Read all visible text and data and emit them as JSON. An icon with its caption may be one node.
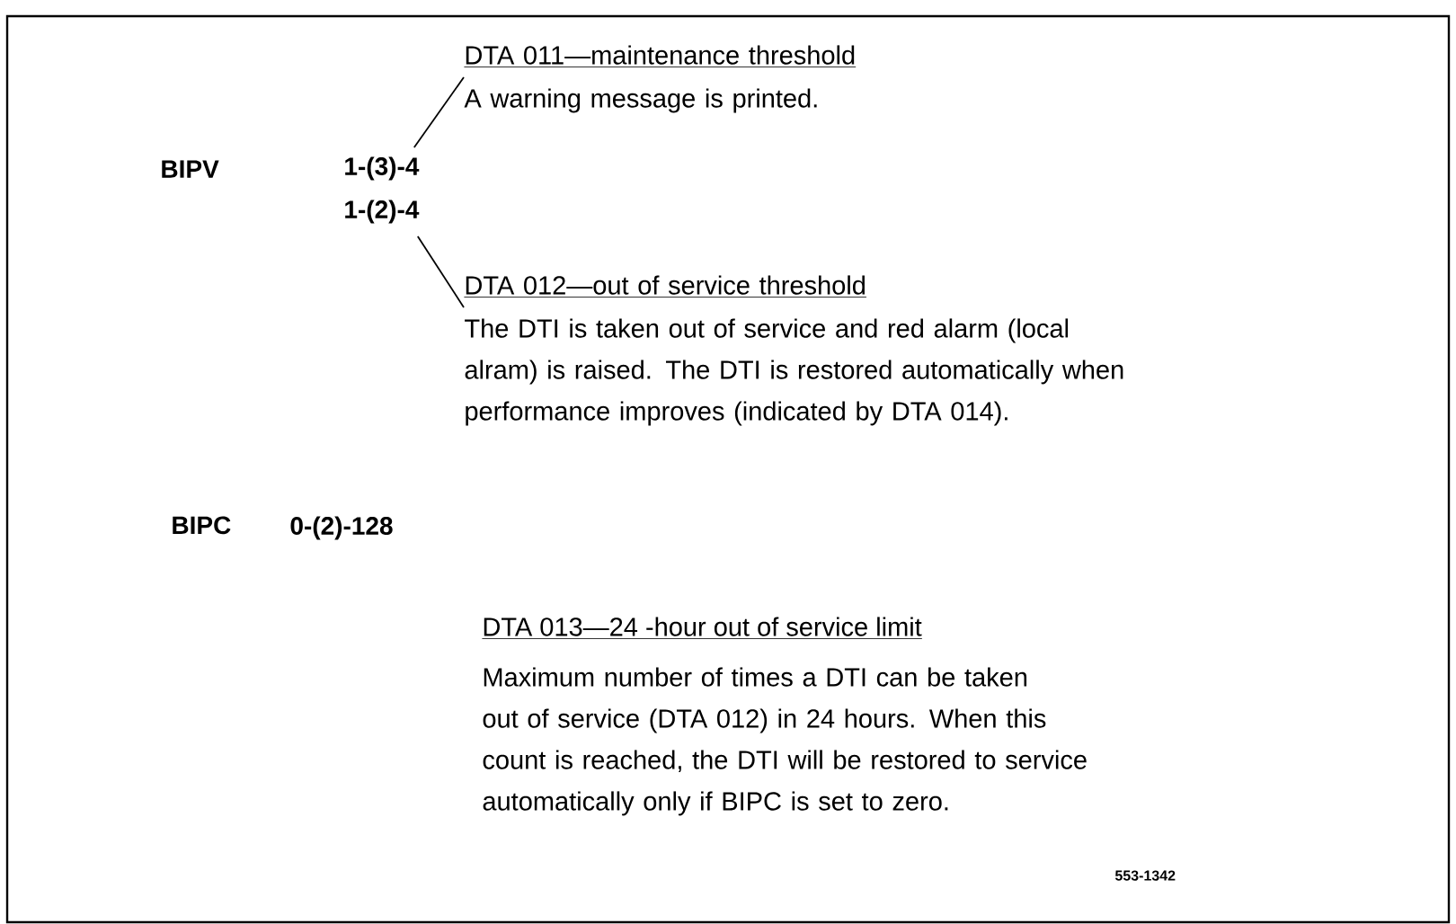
{
  "diagram": {
    "nodes": [
      {
        "text": [
          "1-(3)-4"
        ]
      },
      {
        "text": [
          "1-(2)-4"
        ]
      },
      {
        "text": [
          "DTA  011—maintenance threshold",
          "A warning message is printed."
        ]
      },
      {
        "text": [
          "DTA  012—out of service threshold",
          "The DTI is taken out of service and red alarm (local alram) is raised. The DTI is restored automatically when performance improves (indicated by DTA 014)."
        ]
      }
    ],
    "edges": [
      {
        "from": 0,
        "to": 2,
        "arrow": "none"
      },
      {
        "from": 1,
        "to": 3,
        "arrow": "none"
      }
    ],
    "labels": [
      "BIPV",
      "BIPC",
      "0-(2)-128",
      "DTA  013—24 -hour out of service limit",
      "Maximum number of times a DTI can be taken out of service (DTA 012) in 24 hours. When this count is reached, the DTI will be restored to service automatically only if BIPC is set to zero.",
      "553-1342"
    ]
  }
}
